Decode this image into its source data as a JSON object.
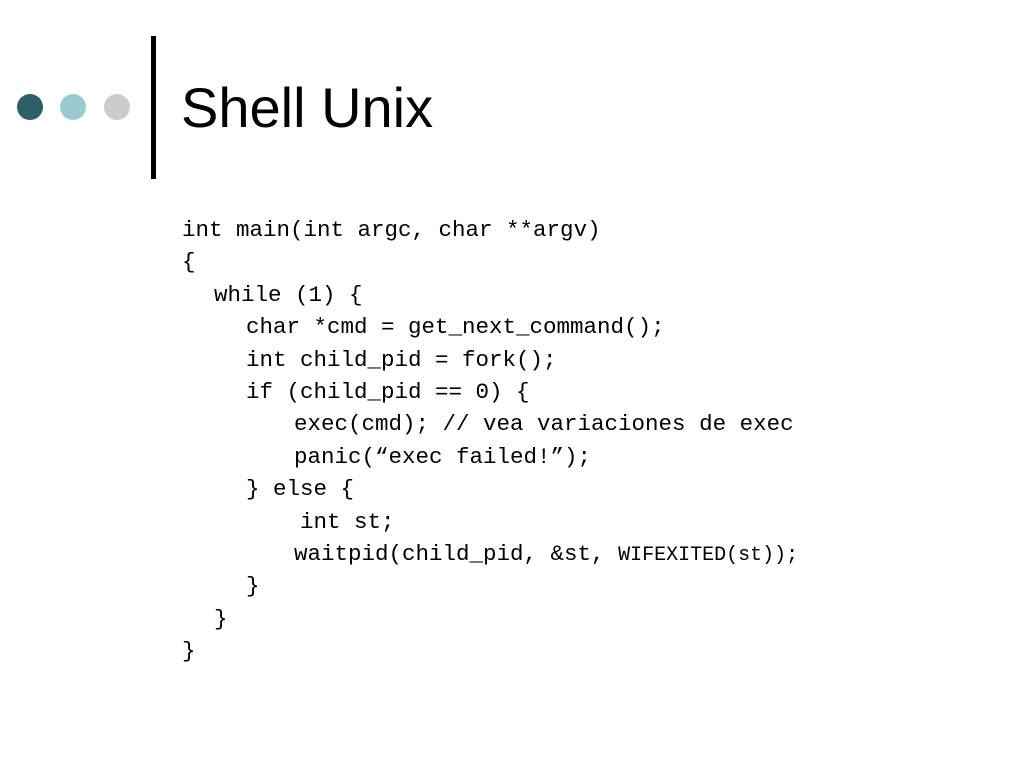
{
  "slide": {
    "title": "Shell Unix",
    "decoration": {
      "dot_colors": [
        "#2f5f66",
        "#9ccbcf",
        "#cccccc"
      ],
      "rule_color": "#000000"
    },
    "code_lines": [
      {
        "indent": 0,
        "text": "int main(int argc, char **argv)"
      },
      {
        "indent": 0,
        "text": "{"
      },
      {
        "indent": 32,
        "text": "while (1) {"
      },
      {
        "indent": 64,
        "text": "char *cmd = get_next_command();"
      },
      {
        "indent": 64,
        "text": "int child_pid = fork();"
      },
      {
        "indent": 64,
        "text": "if (child_pid == 0) {"
      },
      {
        "indent": 112,
        "text": "exec(cmd); // vea variaciones de exec"
      },
      {
        "indent": 112,
        "text": "panic(“exec failed!”);"
      },
      {
        "indent": 64,
        "text": "} else {"
      },
      {
        "indent": 118,
        "text": "int st;"
      },
      {
        "indent": 112,
        "text": "waitpid(child_pid, &st, ",
        "tail": "WIFEXITED(st));"
      },
      {
        "indent": 64,
        "text": "}"
      },
      {
        "indent": 32,
        "text": "}"
      },
      {
        "indent": 0,
        "text": "}"
      }
    ]
  }
}
